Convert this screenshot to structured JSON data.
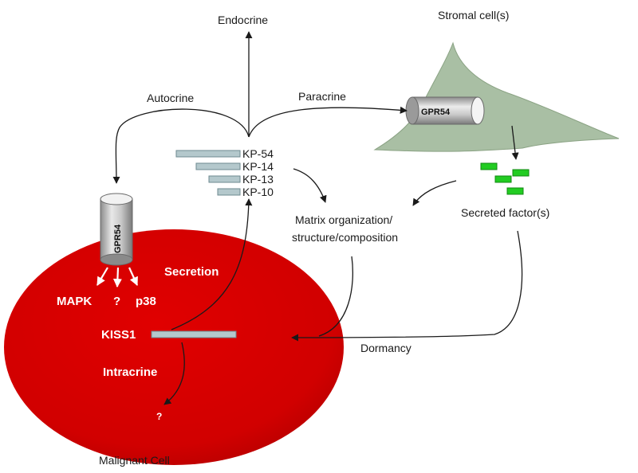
{
  "labels": {
    "endocrine": "Endocrine",
    "stromal": "Stromal cell(s)",
    "autocrine": "Autocrine",
    "paracrine": "Paracrine",
    "gpr54_stromal": "GPR54",
    "gpr54_cell": "GPR54",
    "kp54": "KP-54",
    "kp14": "KP-14",
    "kp13": "KP-13",
    "kp10": "KP-10",
    "secreted": "Secreted factor(s)",
    "matrix_line1": "Matrix organization/",
    "matrix_line2": "structure/composition",
    "secretion": "Secretion",
    "mapk": "MAPK",
    "unknown": "?",
    "p38": "p38",
    "kiss1": "KISS1",
    "intracrine": "Intracrine",
    "intracrine_unknown": "?",
    "dormancy": "Dormancy",
    "malignant": "Malignant Cell"
  },
  "colors": {
    "cell_red": "#d40000",
    "stromal_green": "#a9bfa4",
    "factor_green": "#22cc22",
    "bar_fill": "#b4c8cc"
  }
}
